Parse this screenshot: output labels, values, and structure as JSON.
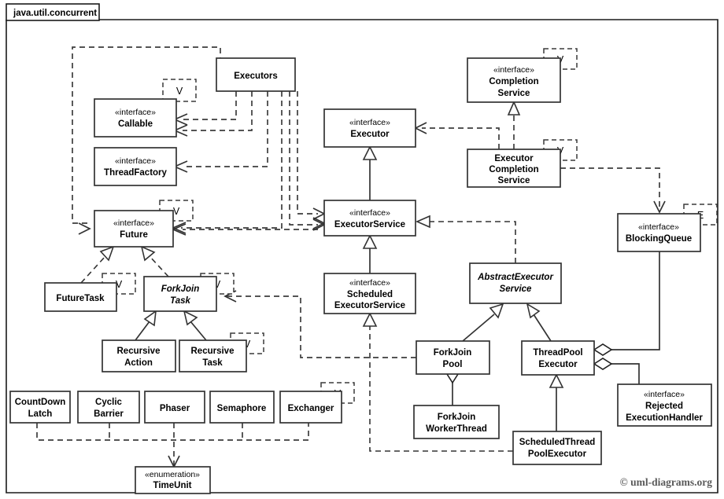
{
  "package": {
    "label": "java.util.concurrent"
  },
  "credit": "© uml-diagrams.org",
  "stereotypes": {
    "interface": "«interface»",
    "enumeration": "«enumeration»"
  },
  "type_params": {
    "v": "V",
    "e": "E"
  },
  "classes": {
    "executors": {
      "name": "Executors",
      "stereotype": "",
      "abstract": false,
      "type_param": ""
    },
    "callable": {
      "name": "Callable",
      "stereotype": "«interface»",
      "abstract": false,
      "type_param": "V"
    },
    "thread_factory": {
      "name": "ThreadFactory",
      "stereotype": "«interface»",
      "abstract": false,
      "type_param": ""
    },
    "future": {
      "name": "Future",
      "stereotype": "«interface»",
      "abstract": false,
      "type_param": "V"
    },
    "future_task": {
      "name": "FutureTask",
      "stereotype": "",
      "abstract": false,
      "type_param": "V"
    },
    "fork_join_task": {
      "name_line1": "ForkJoin",
      "name_line2": "Task",
      "stereotype": "",
      "abstract": true,
      "type_param": "V"
    },
    "recursive_action": {
      "name_line1": "Recursive",
      "name_line2": "Action",
      "stereotype": "",
      "abstract": false,
      "type_param": ""
    },
    "recursive_task": {
      "name_line1": "Recursive",
      "name_line2": "Task",
      "stereotype": "",
      "abstract": false,
      "type_param": "V"
    },
    "executor": {
      "name": "Executor",
      "stereotype": "«interface»",
      "abstract": false,
      "type_param": ""
    },
    "executor_service": {
      "name": "ExecutorService",
      "stereotype": "«interface»",
      "abstract": false,
      "type_param": ""
    },
    "scheduled_executor_service": {
      "name_line1": "Scheduled",
      "name_line2": "ExecutorService",
      "stereotype": "«interface»",
      "abstract": false,
      "type_param": ""
    },
    "completion_service": {
      "name_line1": "Completion",
      "name_line2": "Service",
      "stereotype": "«interface»",
      "abstract": false,
      "type_param": "V"
    },
    "executor_completion_service": {
      "name_line1": "Executor",
      "name_line2": "Completion",
      "name_line3": "Service",
      "stereotype": "",
      "abstract": false,
      "type_param": "V"
    },
    "abstract_executor_service": {
      "name_line1": "AbstractExecutor",
      "name_line2": "Service",
      "stereotype": "",
      "abstract": true,
      "type_param": ""
    },
    "blocking_queue": {
      "name": "BlockingQueue",
      "stereotype": "«interface»",
      "abstract": false,
      "type_param": "E"
    },
    "fork_join_pool": {
      "name_line1": "ForkJoin",
      "name_line2": "Pool",
      "stereotype": "",
      "abstract": false,
      "type_param": ""
    },
    "fork_join_worker_thread": {
      "name_line1": "ForkJoin",
      "name_line2": "WorkerThread",
      "stereotype": "",
      "abstract": false,
      "type_param": ""
    },
    "thread_pool_executor": {
      "name_line1": "ThreadPool",
      "name_line2": "Executor",
      "stereotype": "",
      "abstract": false,
      "type_param": ""
    },
    "scheduled_thread_pool_executor": {
      "name_line1": "ScheduledThread",
      "name_line2": "PoolExecutor",
      "stereotype": "",
      "abstract": false,
      "type_param": ""
    },
    "rejected_execution_handler": {
      "name_line1": "Rejected",
      "name_line2": "ExecutionHandler",
      "stereotype": "«interface»",
      "abstract": false,
      "type_param": ""
    },
    "count_down_latch": {
      "name_line1": "CountDown",
      "name_line2": "Latch",
      "stereotype": "",
      "abstract": false,
      "type_param": ""
    },
    "cyclic_barrier": {
      "name_line1": "Cyclic",
      "name_line2": "Barrier",
      "stereotype": "",
      "abstract": false,
      "type_param": ""
    },
    "phaser": {
      "name": "Phaser",
      "stereotype": "",
      "abstract": false,
      "type_param": ""
    },
    "semaphore": {
      "name": "Semaphore",
      "stereotype": "",
      "abstract": false,
      "type_param": ""
    },
    "exchanger": {
      "name": "Exchanger",
      "stereotype": "",
      "abstract": false,
      "type_param": "V"
    },
    "time_unit": {
      "name": "TimeUnit",
      "stereotype": "«enumeration»",
      "abstract": false,
      "type_param": ""
    }
  },
  "colors": {
    "background": "#ffffff",
    "box_stroke": "#333333",
    "dependency_stroke": "#3d3d3d",
    "text": "#000000",
    "credit_text": "#5a5a5a"
  }
}
